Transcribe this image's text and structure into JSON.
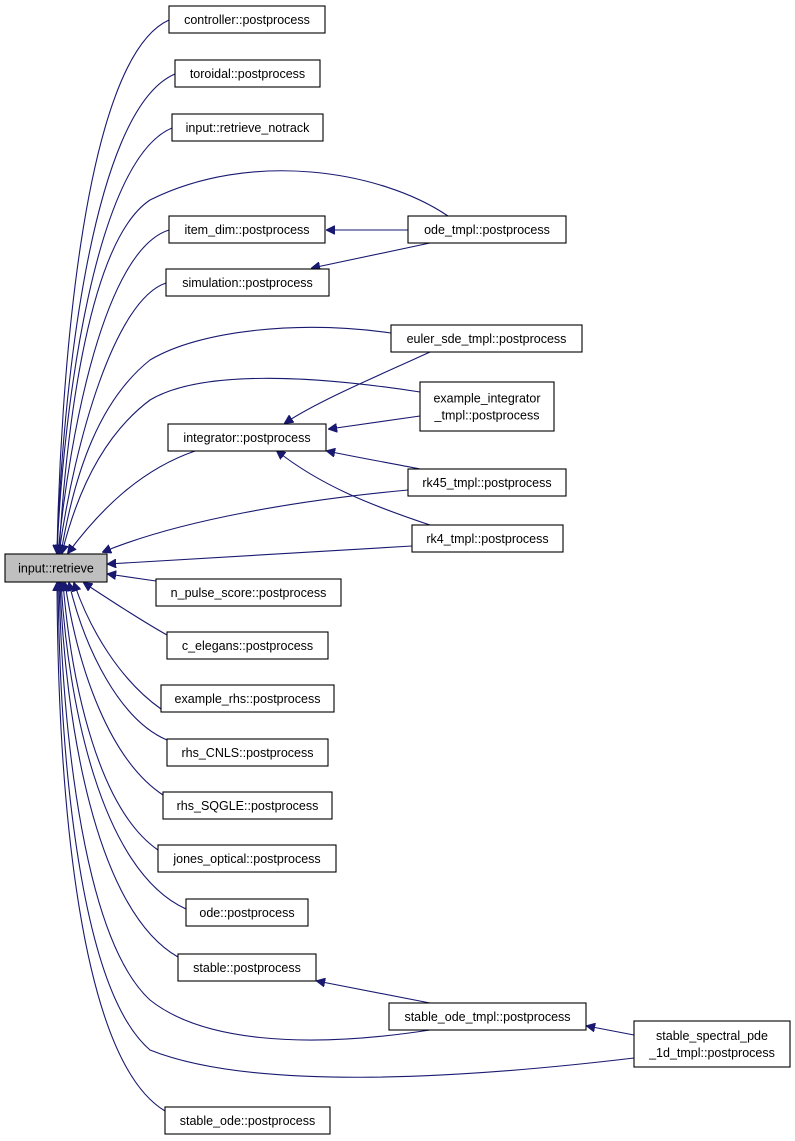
{
  "root": {
    "id": "retrieve",
    "label": "input::retrieve"
  },
  "nodes": [
    {
      "id": "controller",
      "label": "controller::postprocess"
    },
    {
      "id": "toroidal",
      "label": "toroidal::postprocess"
    },
    {
      "id": "notrack",
      "label": "input::retrieve_notrack"
    },
    {
      "id": "item_dim",
      "label": "item_dim::postprocess"
    },
    {
      "id": "simulation",
      "label": "simulation::postprocess"
    },
    {
      "id": "ode_tmpl",
      "label": "ode_tmpl::postprocess"
    },
    {
      "id": "euler",
      "label": "euler_sde_tmpl::postprocess"
    },
    {
      "id": "example_int",
      "label": [
        "example_integrator",
        "_tmpl::postprocess"
      ]
    },
    {
      "id": "integrator",
      "label": "integrator::postprocess"
    },
    {
      "id": "rk45",
      "label": "rk45_tmpl::postprocess"
    },
    {
      "id": "rk4",
      "label": "rk4_tmpl::postprocess"
    },
    {
      "id": "npulse",
      "label": "n_pulse_score::postprocess"
    },
    {
      "id": "celegans",
      "label": "c_elegans::postprocess"
    },
    {
      "id": "example_rhs",
      "label": "example_rhs::postprocess"
    },
    {
      "id": "cnls",
      "label": "rhs_CNLS::postprocess"
    },
    {
      "id": "sqgle",
      "label": "rhs_SQGLE::postprocess"
    },
    {
      "id": "jones",
      "label": "jones_optical::postprocess"
    },
    {
      "id": "ode",
      "label": "ode::postprocess"
    },
    {
      "id": "stable",
      "label": "stable::postprocess"
    },
    {
      "id": "stable_ode_tmpl",
      "label": "stable_ode_tmpl::postprocess"
    },
    {
      "id": "spectral",
      "label": [
        "stable_spectral_pde",
        "_1d_tmpl::postprocess"
      ]
    },
    {
      "id": "stable_ode",
      "label": "stable_ode::postprocess"
    }
  ],
  "edges": [
    {
      "from": "controller",
      "to": "retrieve"
    },
    {
      "from": "toroidal",
      "to": "retrieve"
    },
    {
      "from": "notrack",
      "to": "retrieve"
    },
    {
      "from": "item_dim",
      "to": "retrieve"
    },
    {
      "from": "simulation",
      "to": "retrieve"
    },
    {
      "from": "ode_tmpl",
      "to": "retrieve"
    },
    {
      "from": "ode_tmpl",
      "to": "item_dim"
    },
    {
      "from": "ode_tmpl",
      "to": "simulation"
    },
    {
      "from": "euler",
      "to": "retrieve"
    },
    {
      "from": "euler",
      "to": "integrator"
    },
    {
      "from": "example_int",
      "to": "retrieve"
    },
    {
      "from": "example_int",
      "to": "integrator"
    },
    {
      "from": "integrator",
      "to": "retrieve"
    },
    {
      "from": "rk45",
      "to": "retrieve"
    },
    {
      "from": "rk45",
      "to": "integrator"
    },
    {
      "from": "rk4",
      "to": "retrieve"
    },
    {
      "from": "rk4",
      "to": "integrator"
    },
    {
      "from": "npulse",
      "to": "retrieve"
    },
    {
      "from": "celegans",
      "to": "retrieve"
    },
    {
      "from": "example_rhs",
      "to": "retrieve"
    },
    {
      "from": "cnls",
      "to": "retrieve"
    },
    {
      "from": "sqgle",
      "to": "retrieve"
    },
    {
      "from": "jones",
      "to": "retrieve"
    },
    {
      "from": "ode",
      "to": "retrieve"
    },
    {
      "from": "stable",
      "to": "retrieve"
    },
    {
      "from": "stable_ode_tmpl",
      "to": "retrieve"
    },
    {
      "from": "stable_ode_tmpl",
      "to": "stable"
    },
    {
      "from": "spectral",
      "to": "retrieve"
    },
    {
      "from": "spectral",
      "to": "stable_ode_tmpl"
    },
    {
      "from": "stable_ode",
      "to": "retrieve"
    }
  ],
  "colors": {
    "edge": "#191970",
    "root_fill": "#bfbfbf",
    "node_fill": "#ffffff",
    "node_border": "#000000"
  }
}
